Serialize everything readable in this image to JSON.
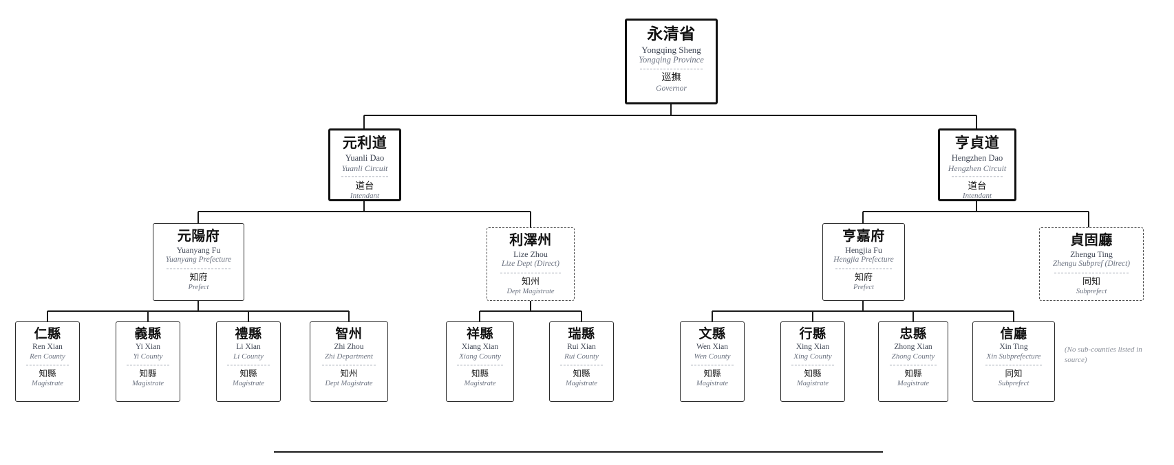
{
  "diagram": {
    "title_cn": "永清省",
    "note_no_subcounties": "(No sub-counties listed in source)"
  },
  "province": {
    "cn": "永清省",
    "pinyin": "Yongqing Sheng",
    "en": "Yongqing Province",
    "office_cn": "巡撫",
    "office_en": "Governor"
  },
  "circuits": [
    {
      "cn": "元利道",
      "pinyin": "Yuanli Dao",
      "en": "Yuanli Circuit",
      "office_cn": "道台",
      "office_en": "Intendant"
    },
    {
      "cn": "亨貞道",
      "pinyin": "Hengzhen Dao",
      "en": "Hengzhen Circuit",
      "office_cn": "道台",
      "office_en": "Intendant"
    }
  ],
  "prefectures": [
    {
      "cn": "元陽府",
      "pinyin": "Yuanyang Fu",
      "en": "Yuanyang Prefecture",
      "office_cn": "知府",
      "office_en": "Prefect",
      "direct": false
    },
    {
      "cn": "利澤州",
      "pinyin": "Lize Zhou",
      "en": "Lize Dept (Direct)",
      "office_cn": "知州",
      "office_en": "Dept Magistrate",
      "direct": true
    },
    {
      "cn": "亨嘉府",
      "pinyin": "Hengjia Fu",
      "en": "Hengjia Prefecture",
      "office_cn": "知府",
      "office_en": "Prefect",
      "direct": false
    },
    {
      "cn": "貞固廳",
      "pinyin": "Zhengu Ting",
      "en": "Zhengu Subpref (Direct)",
      "office_cn": "同知",
      "office_en": "Subprefect",
      "direct": true
    }
  ],
  "counties": [
    {
      "cn": "仁縣",
      "pinyin": "Ren Xian",
      "en": "Ren County",
      "office_cn": "知縣",
      "office_en": "Magistrate"
    },
    {
      "cn": "義縣",
      "pinyin": "Yi Xian",
      "en": "Yi County",
      "office_cn": "知縣",
      "office_en": "Magistrate"
    },
    {
      "cn": "禮縣",
      "pinyin": "Li Xian",
      "en": "Li County",
      "office_cn": "知縣",
      "office_en": "Magistrate"
    },
    {
      "cn": "智州",
      "pinyin": "Zhi Zhou",
      "en": "Zhi Department",
      "office_cn": "知州",
      "office_en": "Dept Magistrate"
    },
    {
      "cn": "祥縣",
      "pinyin": "Xiang Xian",
      "en": "Xiang County",
      "office_cn": "知縣",
      "office_en": "Magistrate"
    },
    {
      "cn": "瑞縣",
      "pinyin": "Rui Xian",
      "en": "Rui County",
      "office_cn": "知縣",
      "office_en": "Magistrate"
    },
    {
      "cn": "文縣",
      "pinyin": "Wen Xian",
      "en": "Wen County",
      "office_cn": "知縣",
      "office_en": "Magistrate"
    },
    {
      "cn": "行縣",
      "pinyin": "Xing Xian",
      "en": "Xing County",
      "office_cn": "知縣",
      "office_en": "Magistrate"
    },
    {
      "cn": "忠縣",
      "pinyin": "Zhong Xian",
      "en": "Zhong County",
      "office_cn": "知縣",
      "office_en": "Magistrate"
    },
    {
      "cn": "信廳",
      "pinyin": "Xin Ting",
      "en": "Xin Subprefecture",
      "office_cn": "同知",
      "office_en": "Subprefect"
    }
  ],
  "colors": {
    "border_strong": "#111111",
    "border_normal": "#2a2a2a",
    "text_cn": "#111111",
    "text_pinyin": "#3f4654",
    "text_en": "#6b7280",
    "background": "#ffffff"
  }
}
